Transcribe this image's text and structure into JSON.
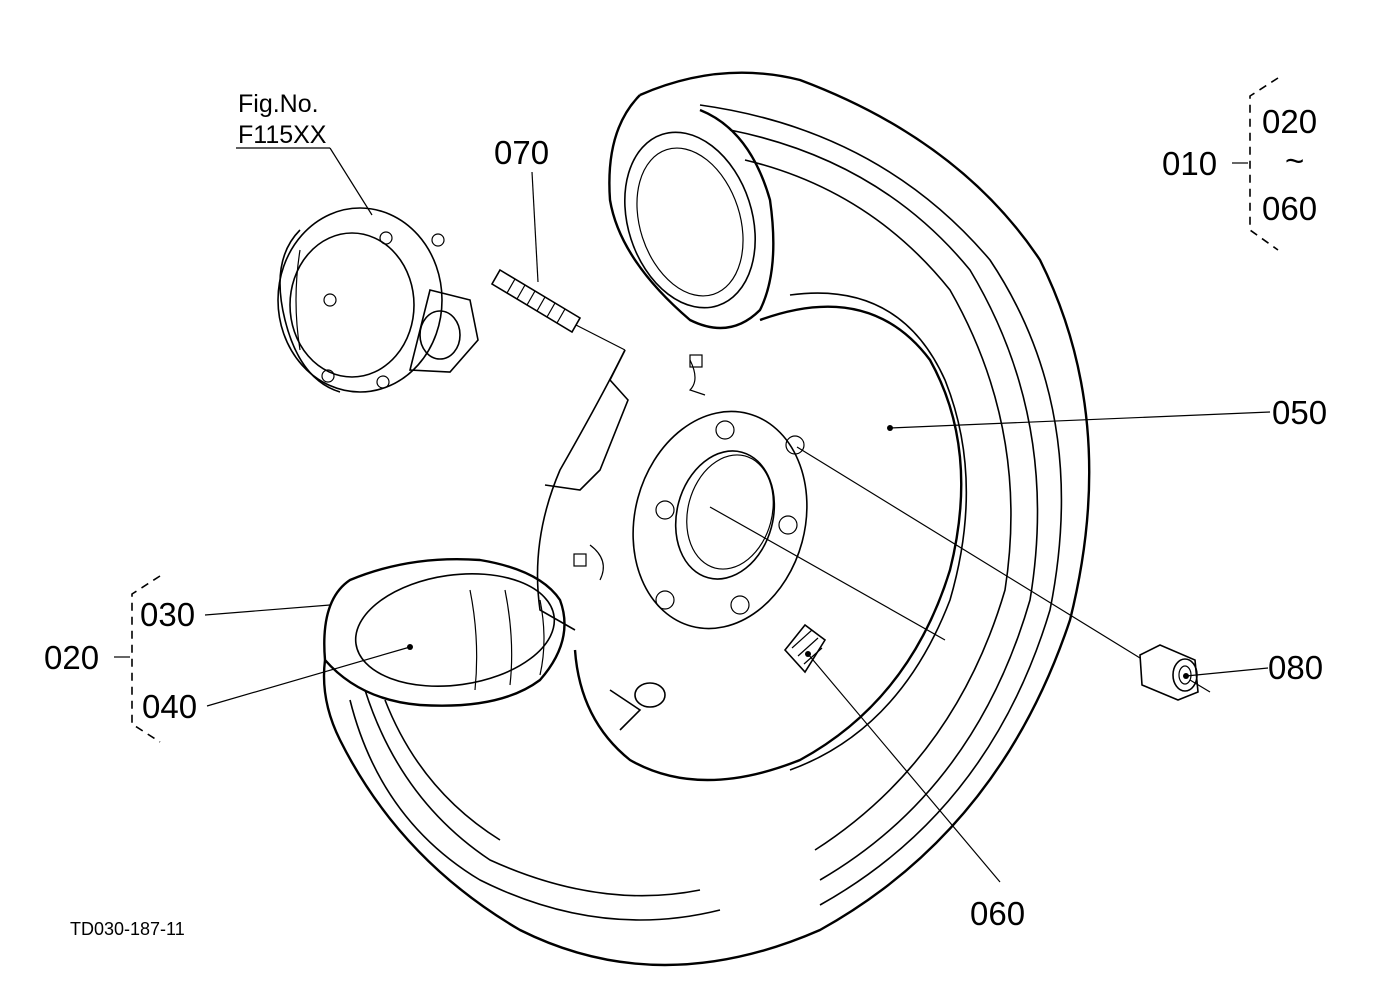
{
  "fig_ref": {
    "line1": "Fig.No.",
    "line2": "F115XX"
  },
  "callouts": {
    "c070": "070",
    "c010": "010",
    "c020_top": "020",
    "tilde": "~",
    "c060_top": "060",
    "c050": "050",
    "c030": "030",
    "c020_left": "020",
    "c040": "040",
    "c080": "080",
    "c060_bottom": "060"
  },
  "drawing_code": "TD030-187-11"
}
